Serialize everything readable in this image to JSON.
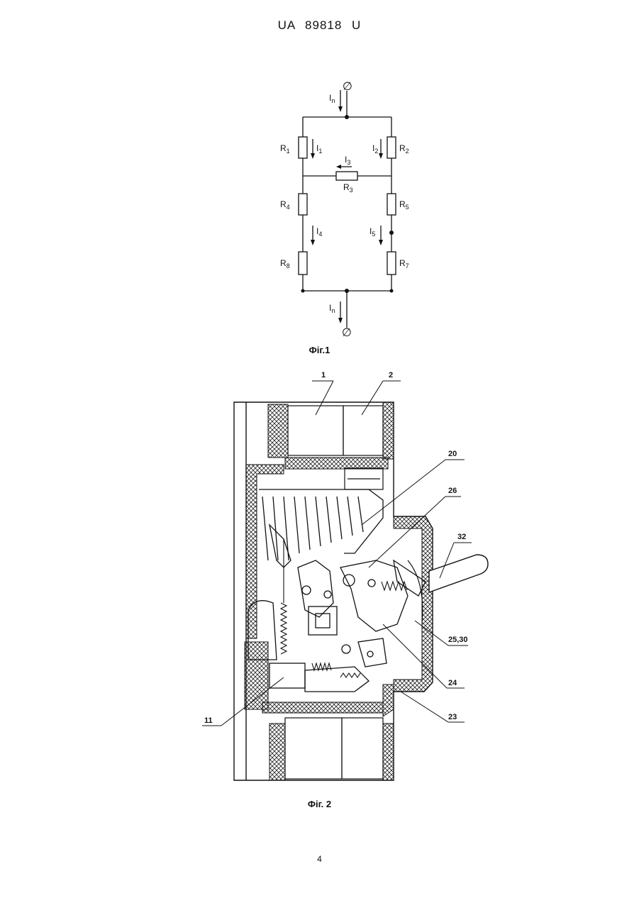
{
  "header": {
    "text": "UA   89818   U"
  },
  "fig1": {
    "caption": "Фіг.1",
    "labels": {
      "In_top": "I",
      "In_top_sub": "n",
      "In_bot": "I",
      "In_bot_sub": "n",
      "R1": "R",
      "R1_sub": "1",
      "R2": "R",
      "R2_sub": "2",
      "R3": "R",
      "R3_sub": "3",
      "R4": "R",
      "R4_sub": "4",
      "R5": "R",
      "R5_sub": "5",
      "R7": "R",
      "R7_sub": "7",
      "R8": "R",
      "R8_sub": "8",
      "I1": "I",
      "I1_sub": "1",
      "I2": "I",
      "I2_sub": "2",
      "I3": "I",
      "I3_sub": "3",
      "I4": "I",
      "I4_sub": "4",
      "I5": "I",
      "I5_sub": "5",
      "terminal": "∅"
    }
  },
  "fig2": {
    "caption": "Фіг. 2",
    "callouts": [
      "1",
      "2",
      "20",
      "26",
      "32",
      "25,30",
      "24",
      "23",
      "11"
    ]
  },
  "page_number": "4"
}
